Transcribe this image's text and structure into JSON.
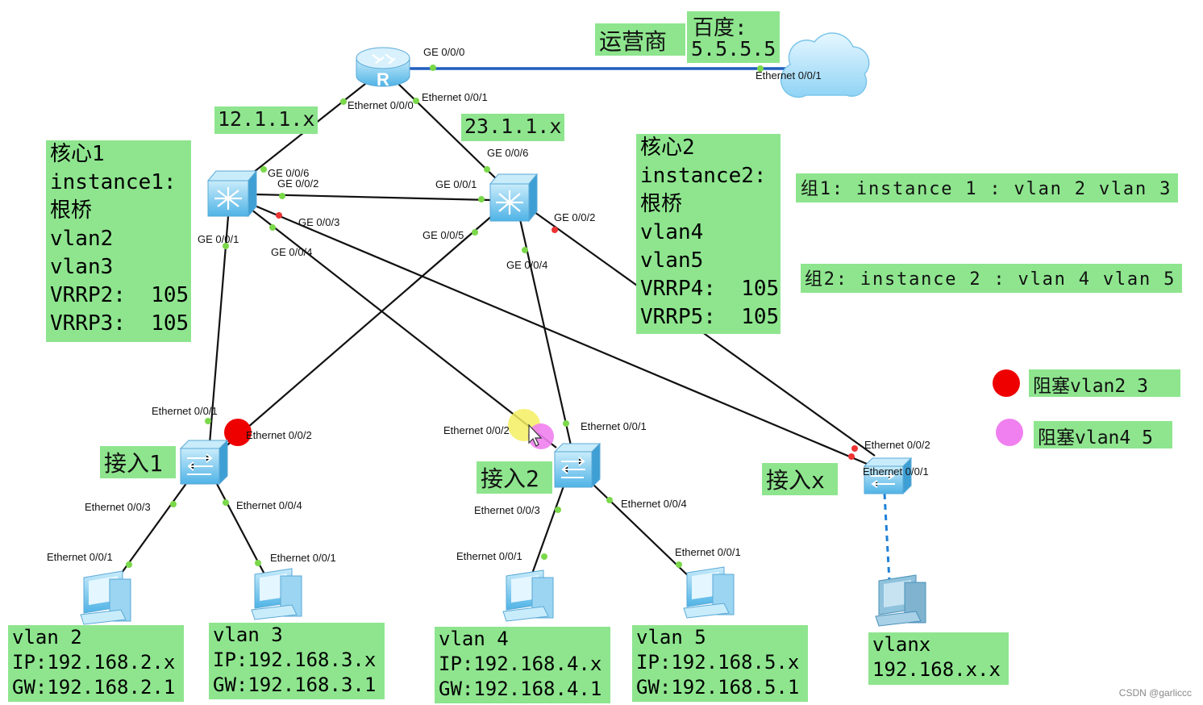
{
  "isp": {
    "label": "运营商",
    "baidu_label": "百度:",
    "baidu_ip": "5.5.5.5",
    "cloud_port": "Ethernet 0/0/1"
  },
  "router": {
    "ports": {
      "ge000": "GE 0/0/0",
      "eth000": "Ethernet 0/0/0",
      "eth001": "Ethernet 0/0/1"
    },
    "net_left": "12.1.1.x",
    "net_right": "23.1.1.x"
  },
  "core1": {
    "lines": [
      "核心1",
      "instance1:",
      "根桥",
      "vlan2",
      "vlan3",
      "VRRP2:  105",
      "VRRP3:  105"
    ],
    "ports": {
      "p6": "GE 0/0/6",
      "p2": "GE 0/0/2",
      "p3": "GE 0/0/3",
      "p4": "GE 0/0/4",
      "p1": "GE 0/0/1"
    }
  },
  "core2": {
    "lines": [
      "核心2",
      "instance2:",
      "根桥",
      "vlan4",
      "vlan5",
      "VRRP4:  105",
      "VRRP5:  105"
    ],
    "ports": {
      "p6": "GE 0/0/6",
      "p1": "GE 0/0/1",
      "p5": "GE 0/0/5",
      "p4": "GE 0/0/4",
      "p2": "GE 0/0/2"
    }
  },
  "groups": {
    "g1": "组1: instance 1 : vlan 2 vlan 3",
    "g2": "组2: instance 2 : vlan 4 vlan 5"
  },
  "legend": {
    "red": {
      "text": "阻塞vlan2 3",
      "color": "#ee0000"
    },
    "pink": {
      "text": "阻塞vlan4 5",
      "color": "#f080f0"
    }
  },
  "access1": {
    "label": "接入1",
    "ports": {
      "e1": "Ethernet 0/0/1",
      "e2": "Ethernet 0/0/2",
      "e3": "Ethernet 0/0/3",
      "e4": "Ethernet 0/0/4"
    }
  },
  "access2": {
    "label": "接入2",
    "ports": {
      "e1": "Ethernet 0/0/1",
      "e2": "Ethernet 0/0/2",
      "e3": "Ethernet 0/0/3",
      "e4": "Ethernet 0/0/4"
    }
  },
  "accessx": {
    "label": "接入x",
    "ports": {
      "e2": "Ethernet 0/0/2",
      "e1": "Ethernet 0/0/1"
    }
  },
  "pcs": {
    "pc1": {
      "port": "Ethernet 0/0/1",
      "lines": [
        "vlan 2",
        "IP:192.168.2.x",
        "GW:192.168.2.1"
      ]
    },
    "pc2": {
      "port": "Ethernet 0/0/1",
      "lines": [
        "vlan 3",
        "IP:192.168.3.x",
        "GW:192.168.3.1"
      ]
    },
    "pc3": {
      "port": "Ethernet 0/0/1",
      "lines": [
        "vlan 4",
        "IP:192.168.4.x",
        "GW:192.168.4.1"
      ]
    },
    "pc4": {
      "port": "Ethernet 0/0/1",
      "lines": [
        "vlan 5",
        "IP:192.168.5.x",
        "GW:192.168.5.1"
      ]
    },
    "pcx": {
      "lines": [
        "vlanx",
        "192.168.x.x"
      ]
    }
  },
  "colors": {
    "box": "#8ee58e",
    "link": "#111111",
    "isp_link": "#1f5fbf",
    "port_dot": "#7ad84a",
    "device": "#6fc6ee"
  },
  "watermark": "CSDN @garliccc"
}
